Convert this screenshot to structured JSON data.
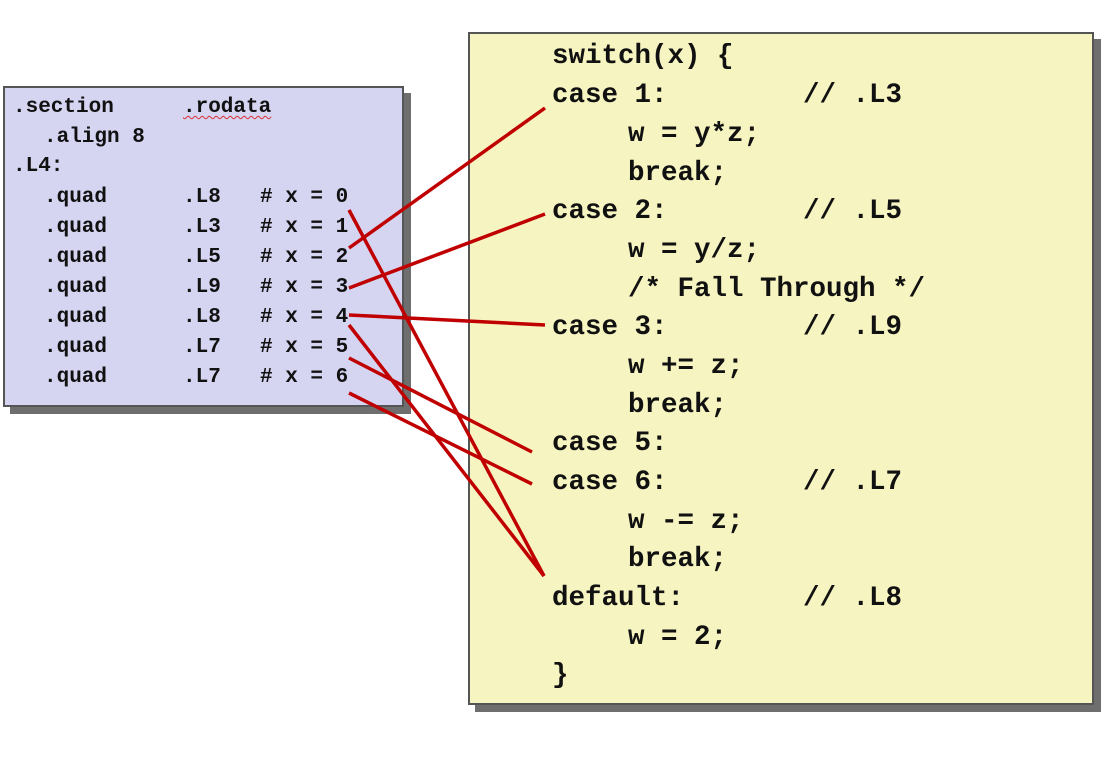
{
  "jump_table": {
    "section_directive": ".section",
    "section_name": ".rodata",
    "align": ".align 8",
    "table_label": ".L4:",
    "entries": [
      {
        "directive": ".quad",
        "target": ".L8",
        "comment": "# x = 0"
      },
      {
        "directive": ".quad",
        "target": ".L3",
        "comment": "# x = 1"
      },
      {
        "directive": ".quad",
        "target": ".L5",
        "comment": "# x = 2"
      },
      {
        "directive": ".quad",
        "target": ".L9",
        "comment": "# x = 3"
      },
      {
        "directive": ".quad",
        "target": ".L8",
        "comment": "# x = 4"
      },
      {
        "directive": ".quad",
        "target": ".L7",
        "comment": "# x = 5"
      },
      {
        "directive": ".quad",
        "target": ".L7",
        "comment": "# x = 6"
      }
    ]
  },
  "switch_code": {
    "header": "switch(x) {",
    "case1": {
      "label": "case 1:",
      "comment": "// .L3"
    },
    "case1_body": [
      "w = y*z;",
      "break;"
    ],
    "case2": {
      "label": "case 2:",
      "comment": "// .L5"
    },
    "case2_body": [
      "w = y/z;",
      "/* Fall Through */"
    ],
    "case3": {
      "label": "case 3:",
      "comment": "// .L9"
    },
    "case3_body": [
      "w += z;",
      "break;"
    ],
    "case5": {
      "label": "case 5:"
    },
    "case6": {
      "label": "case 6:",
      "comment": "// .L7"
    },
    "case6_body": [
      "w -= z;",
      "break;"
    ],
    "default": {
      "label": "default:",
      "comment": "// .L8"
    },
    "default_body": [
      "w = 2;"
    ],
    "closing": "}"
  },
  "connector_color": "#c00000",
  "connections": [
    {
      "from_entry": 0,
      "to": "default"
    },
    {
      "from_entry": 1,
      "to": "case1"
    },
    {
      "from_entry": 2,
      "to": "case2"
    },
    {
      "from_entry": 3,
      "to": "case3"
    },
    {
      "from_entry": 4,
      "to": "default"
    },
    {
      "from_entry": 5,
      "to": "case5"
    },
    {
      "from_entry": 6,
      "to": "case6"
    }
  ]
}
